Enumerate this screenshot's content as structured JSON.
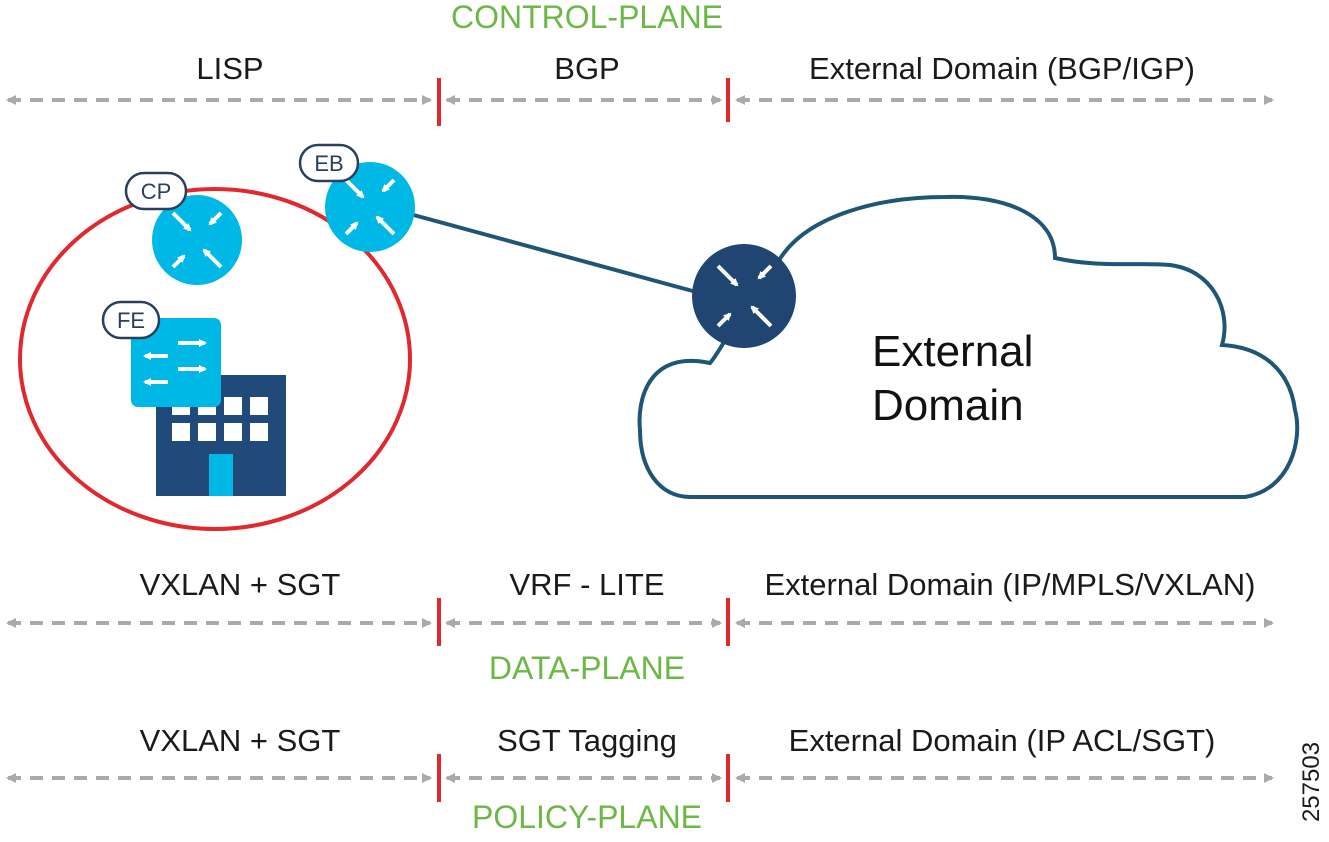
{
  "planes": {
    "control": "CONTROL-PLANE",
    "data": "DATA-PLANE",
    "policy": "POLICY-PLANE"
  },
  "control_row": {
    "left": "LISP",
    "middle": "BGP",
    "right": "External Domain (BGP/IGP)"
  },
  "data_row": {
    "left": "VXLAN + SGT",
    "middle": "VRF - LITE",
    "right": "External Domain (IP/MPLS/VXLAN)"
  },
  "policy_row": {
    "left": "VXLAN + SGT",
    "middle": "SGT Tagging",
    "right": "External Domain (IP ACL/SGT)"
  },
  "nodes": {
    "cp": "CP",
    "eb": "EB",
    "fe": "FE"
  },
  "cloud": {
    "line1": "External",
    "line2": "Domain"
  },
  "figure_id": "257503",
  "colors": {
    "plane_label": "#6cb846",
    "boundary": "#e0282e",
    "fabric_circle": "#e0282e",
    "router_light": "#00b8e6",
    "router_dark": "#1f4570",
    "building": "#1f4a7a",
    "cloud_stroke": "#1f5575",
    "link": "#1f5575",
    "arrow": "#aaaaaa"
  },
  "icons": [
    "router-icon",
    "switch-icon",
    "building-icon",
    "cloud-icon"
  ]
}
